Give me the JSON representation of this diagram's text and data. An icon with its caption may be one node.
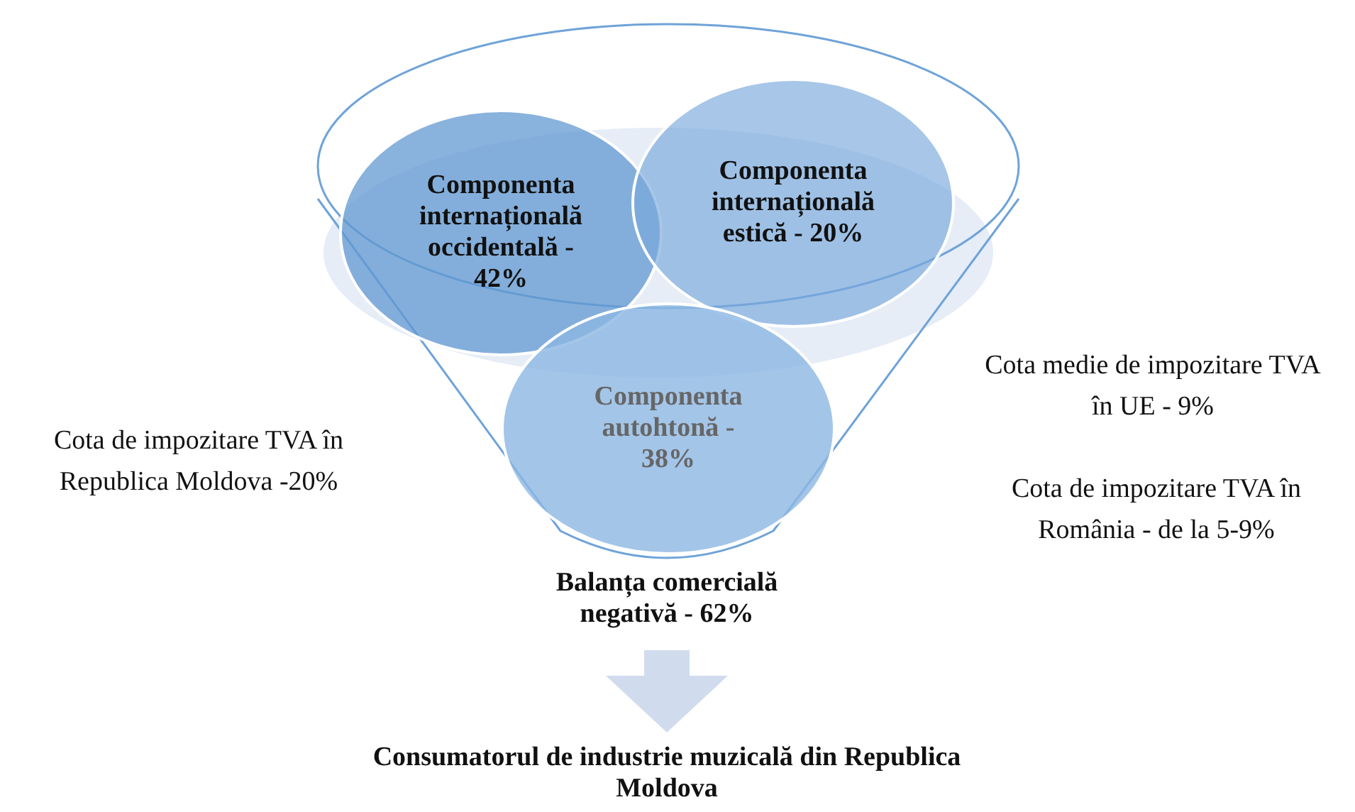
{
  "diagram": {
    "nodes": [
      {
        "text": [
          "Componenta internațională occidentală - 42%"
        ]
      },
      {
        "text": [
          "Componenta internațională estică - 20%"
        ]
      },
      {
        "text": [
          "Componenta autohtonă - 38%"
        ]
      },
      {
        "text": [
          "Balanța comercială negativă - 62%"
        ]
      },
      {
        "text": [
          "Consumatorul de industrie muzicală din Republica Moldova"
        ]
      }
    ],
    "edges": [
      {
        "from": 3,
        "to": 4,
        "arrow": "to",
        "color": "#d0dcee"
      }
    ],
    "labels": [
      "Cota medie de impozitare TVA în UE - 9%",
      "Cota de impozitare TVA în Republica Moldova -20%",
      "Cota de impozitare TVA în România - de la 5-9%"
    ]
  }
}
